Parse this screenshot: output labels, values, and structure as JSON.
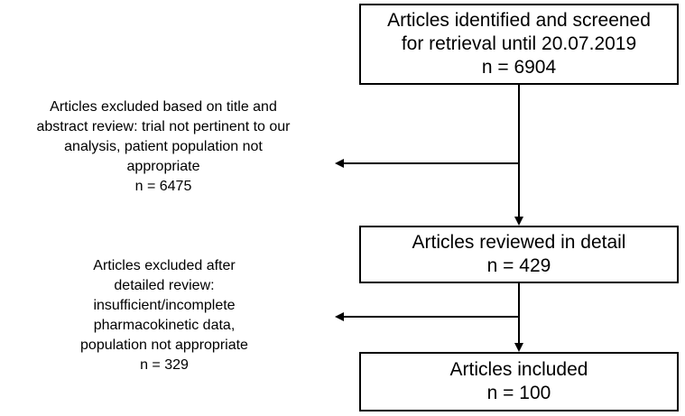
{
  "flowchart": {
    "identified": {
      "line1": "Articles identified and screened",
      "line2": "for retrieval until 20.07.2019",
      "count": "n = 6904"
    },
    "excluded_title": {
      "lines": [
        "Articles excluded based on title and",
        "abstract review: trial not pertinent to our",
        "analysis, patient population not",
        "appropriate"
      ],
      "count": "n = 6475"
    },
    "reviewed": {
      "line1": "Articles reviewed in detail",
      "count": "n = 429"
    },
    "excluded_detail": {
      "lines": [
        "Articles excluded after",
        "detailed review:",
        "insufficient/incomplete",
        "pharmacokinetic data,",
        "population not appropriate"
      ],
      "count": "n = 329"
    },
    "included": {
      "line1": "Articles included",
      "count": "n = 100"
    }
  }
}
